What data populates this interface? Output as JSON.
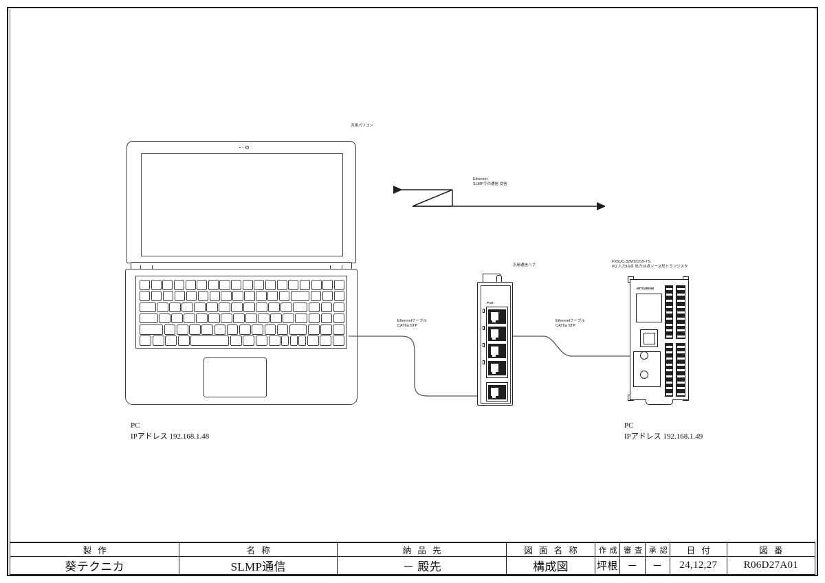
{
  "drawing": {
    "sheet_title": "構成図",
    "labels": {
      "laptop_caption": "汎用パソコン",
      "hub_caption": "汎用通信ハブ",
      "plc_caption_line1": "FX5UC-32MT/DSS-TS",
      "plc_caption_line2": "I/O 入力16点 出力16点ソース形トランジスタ",
      "link_caption_line1": "Ethernet",
      "link_caption_line2": "SLMPでの通信 交信",
      "cable_left_line1": "Ethernetケーブル",
      "cable_left_line2": "CAT6a STP",
      "cable_right_line1": "Ethernetケーブル",
      "cable_right_line2": "CAT6a STP",
      "pc_left_line1": "PC",
      "pc_left_line2": "IPアドレス  192.168.1.48",
      "pc_right_line1": "PC",
      "pc_right_line2": "IPアドレス  192.168.1.49",
      "hub_brand": "PoE",
      "plc_brand": "MITSUBISHI"
    }
  },
  "title_block": {
    "headers": [
      "製  作",
      "名  称",
      "納 品 先",
      "図 面 名 称",
      "作 成",
      "審 査",
      "承 認",
      "日  付",
      "図  番"
    ],
    "values": [
      "葵テクニカ",
      "SLMP通信",
      "－ 殿先",
      "構成図",
      "坪根",
      "－",
      "－",
      "24,12,27",
      "R06D27A01"
    ]
  },
  "colors": {
    "line": "#1f1f1f",
    "frame": "#1a1a1a",
    "cable": "#555555",
    "paper": "#ffffff"
  }
}
